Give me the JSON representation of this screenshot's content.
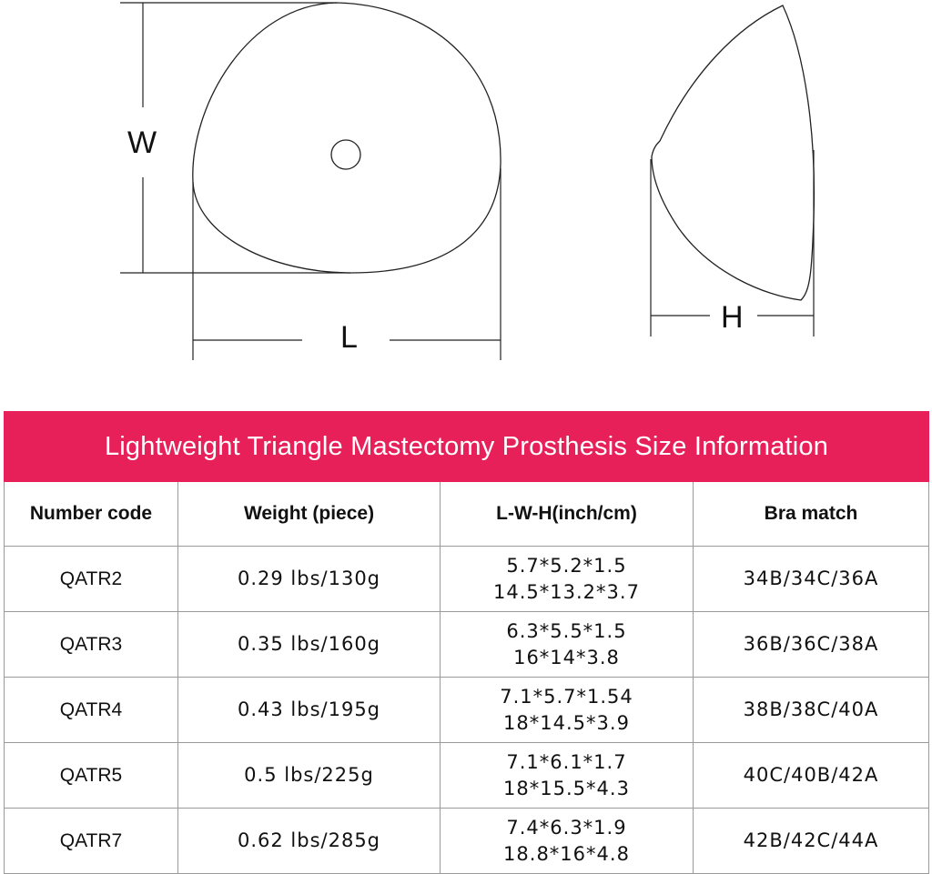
{
  "diagram": {
    "labels": {
      "width": "W",
      "length": "L",
      "height": "H"
    }
  },
  "table": {
    "title": "Lightweight Triangle Mastectomy Prosthesis Size Information",
    "title_color": "#e8205a",
    "headers": [
      "Number code",
      "Weight (piece)",
      "L-W-H(inch/cm)",
      "Bra match"
    ],
    "rows": [
      {
        "code": "QATR2",
        "weight": "0.29 lbs/130g",
        "inch": "5.7*5.2*1.5",
        "cm": "14.5*13.2*3.7",
        "bra": "34B/34C/36A"
      },
      {
        "code": "QATR3",
        "weight": "0.35 lbs/160g",
        "inch": "6.3*5.5*1.5",
        "cm": "16*14*3.8",
        "bra": "36B/36C/38A"
      },
      {
        "code": "QATR4",
        "weight": "0.43 lbs/195g",
        "inch": "7.1*5.7*1.54",
        "cm": "18*14.5*3.9",
        "bra": "38B/38C/40A"
      },
      {
        "code": "QATR5",
        "weight": "0.5 lbs/225g",
        "inch": "7.1*6.1*1.7",
        "cm": "18*15.5*4.3",
        "bra": "40C/40B/42A"
      },
      {
        "code": "QATR7",
        "weight": "0.62 lbs/285g",
        "inch": "7.4*6.3*1.9",
        "cm": "18.8*16*4.8",
        "bra": "42B/42C/44A"
      }
    ]
  }
}
